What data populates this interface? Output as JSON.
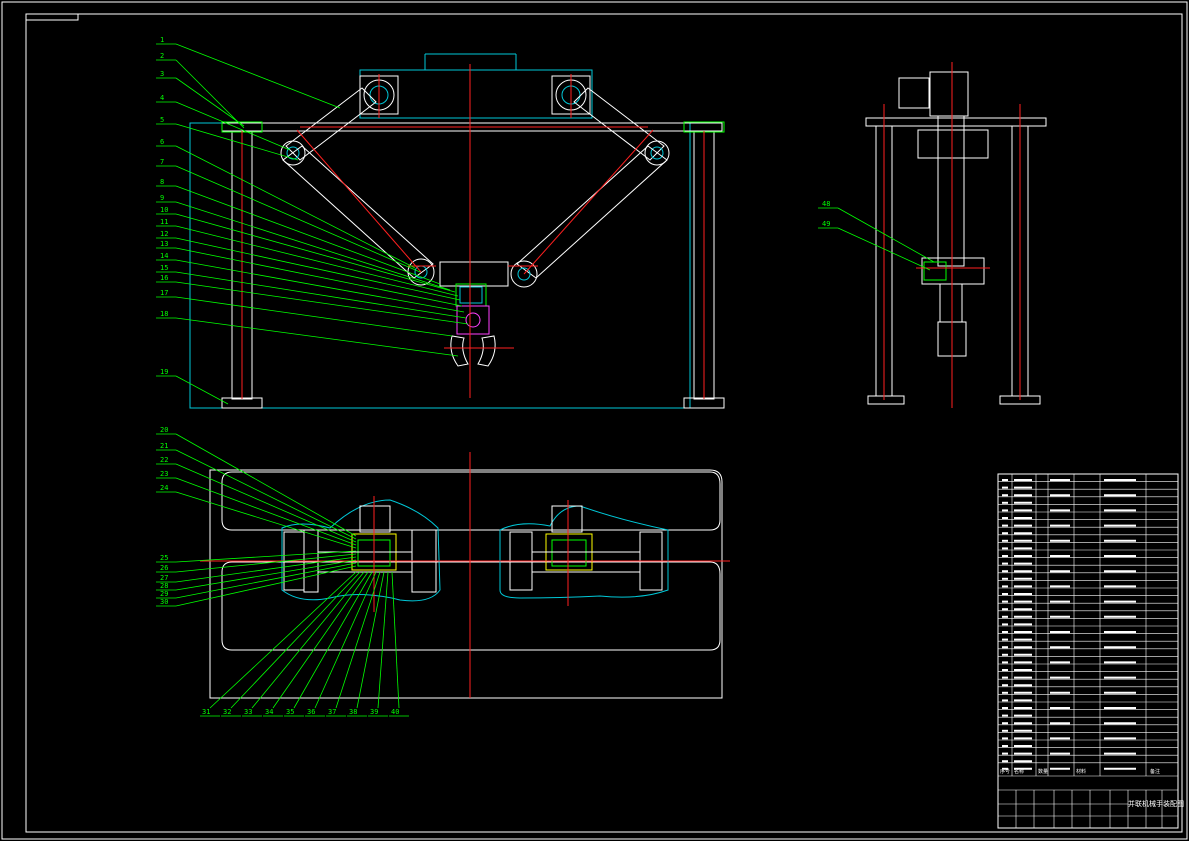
{
  "drawing": {
    "balloons_front": [
      "1",
      "2",
      "3",
      "4",
      "5",
      "6",
      "7",
      "8",
      "9",
      "10",
      "11",
      "12",
      "13",
      "14",
      "15",
      "16",
      "17",
      "18",
      "19"
    ],
    "balloons_side": [
      "48",
      "49"
    ],
    "balloons_plan_left": [
      "20",
      "21",
      "22",
      "23",
      "24",
      "25",
      "26",
      "27",
      "28",
      "29",
      "30"
    ],
    "balloons_plan_bottom": [
      "31",
      "32",
      "33",
      "34",
      "35",
      "36",
      "37",
      "38",
      "39",
      "40"
    ]
  },
  "title_block": {
    "drawing_title": "并联机械手装配图",
    "header_cols": [
      "序号",
      "名称",
      "数量",
      "材料",
      "备注"
    ]
  }
}
